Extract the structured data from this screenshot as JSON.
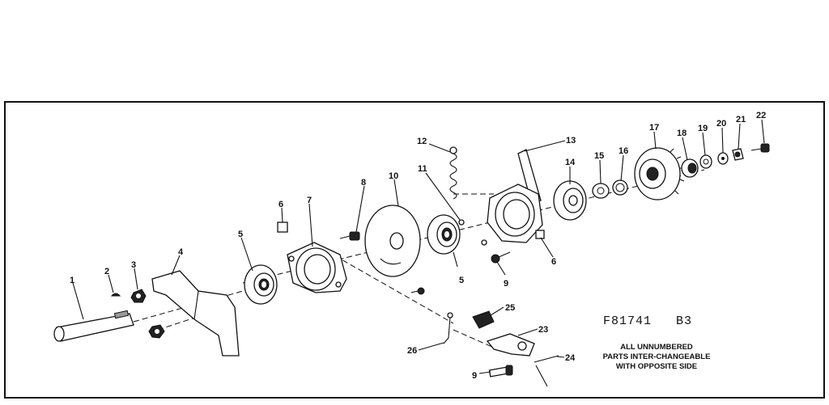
{
  "diagram": {
    "code": "F81741   B3",
    "note_lines": [
      "ALL UNNUMBERED",
      "PARTS INTER-CHANGEABLE",
      "WITH OPPOSITE SIDE"
    ]
  },
  "parts": [
    {
      "id": "p1",
      "label": "1"
    },
    {
      "id": "p2",
      "label": "2"
    },
    {
      "id": "p3",
      "label": "3"
    },
    {
      "id": "p4",
      "label": "4"
    },
    {
      "id": "p5a",
      "label": "5"
    },
    {
      "id": "p5b",
      "label": "5"
    },
    {
      "id": "p6a",
      "label": "6"
    },
    {
      "id": "p6b",
      "label": "6"
    },
    {
      "id": "p7",
      "label": "7"
    },
    {
      "id": "p8",
      "label": "8"
    },
    {
      "id": "p9a",
      "label": "9"
    },
    {
      "id": "p9b",
      "label": "9"
    },
    {
      "id": "p10",
      "label": "10"
    },
    {
      "id": "p11",
      "label": "11"
    },
    {
      "id": "p12",
      "label": "12"
    },
    {
      "id": "p13",
      "label": "13"
    },
    {
      "id": "p14",
      "label": "14"
    },
    {
      "id": "p15",
      "label": "15"
    },
    {
      "id": "p16",
      "label": "16"
    },
    {
      "id": "p17",
      "label": "17"
    },
    {
      "id": "p18",
      "label": "18"
    },
    {
      "id": "p19",
      "label": "19"
    },
    {
      "id": "p20",
      "label": "20"
    },
    {
      "id": "p21",
      "label": "21"
    },
    {
      "id": "p22",
      "label": "22"
    },
    {
      "id": "p23",
      "label": "23"
    },
    {
      "id": "p24",
      "label": "24"
    },
    {
      "id": "p25",
      "label": "25"
    },
    {
      "id": "p26",
      "label": "26"
    }
  ]
}
